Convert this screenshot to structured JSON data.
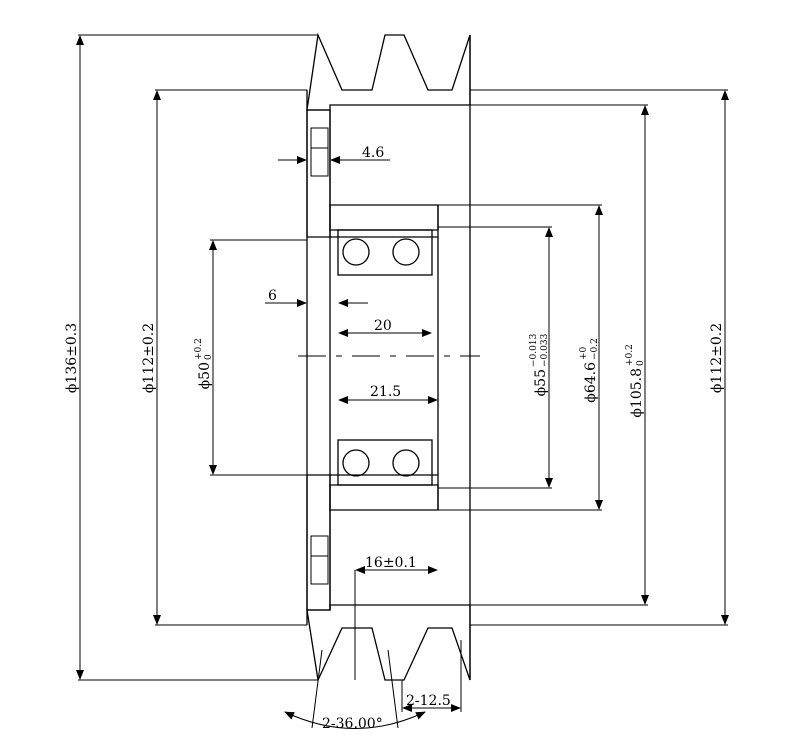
{
  "drawing": {
    "dims": {
      "d136": "ϕ136±0.3",
      "d112_left": "ϕ112±0.2",
      "d50_base": "ϕ50",
      "d50_upper": "+0.2",
      "d50_lower": "0",
      "w4_6": "4.6",
      "w6": "6",
      "w20": "20",
      "w21_5": "21.5",
      "d55_base": "ϕ55",
      "d55_upper": "−0.013",
      "d55_lower": "−0.033",
      "d64_base": "ϕ64.6",
      "d64_upper": "+0",
      "d64_lower": "−0.2",
      "d105_base": "ϕ105.8",
      "d105_upper": "+0.2",
      "d105_lower": "0",
      "d112_right": "ϕ112±0.2",
      "w16": "16±0.1",
      "groove_pitch": "2-12.5",
      "groove_angle": "2-36.00°"
    }
  }
}
